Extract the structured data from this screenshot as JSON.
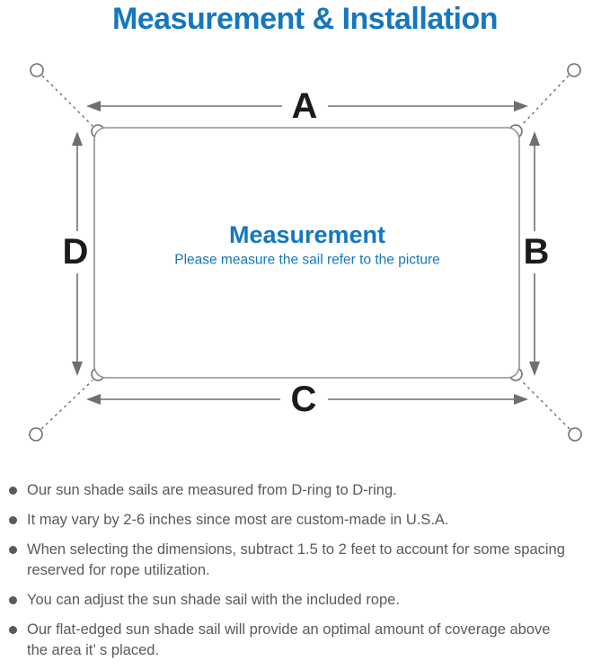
{
  "title": "Measurement & Installation",
  "diagram": {
    "labels": {
      "top": "A",
      "right": "B",
      "bottom": "C",
      "left": "D"
    },
    "center_title": "Measurement",
    "center_subtitle": "Please measure the sail refer to the picture"
  },
  "notes": [
    {
      "line1": "Our sun shade sails are measured from D-ring to D-ring.",
      "line2": ""
    },
    {
      "line1": "It may vary by 2-6 inches since most are custom-made in U.S.A.",
      "line2": ""
    },
    {
      "line1": "When selecting the dimensions, subtract 1.5 to 2 feet to account for some spacing",
      "line2": "reserved for rope utilization."
    },
    {
      "line1": "You can adjust the sun shade sail with the included rope.",
      "line2": ""
    },
    {
      "line1": "Our flat-edged sun shade sail will provide an optimal amount of coverage above",
      "line2": "the area it’ s placed."
    }
  ],
  "colors": {
    "accent_blue": "#1577BE",
    "body_text": "#5a5a5a",
    "line_gray": "#6f6f6f",
    "label_black": "#1b1b1b"
  }
}
